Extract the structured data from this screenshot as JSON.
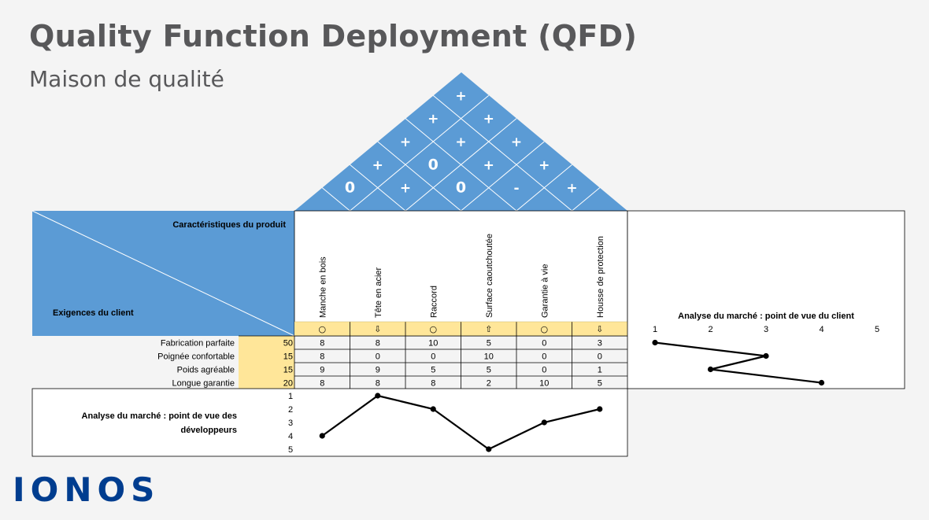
{
  "title": "Quality Function Deployment (QFD)",
  "subtitle": "Maison de qualité",
  "brand": "IONOS",
  "colors": {
    "blue": "#5b9bd5",
    "yellow": "#ffe699",
    "text": "#58585a",
    "brand": "#003d8f"
  },
  "header": {
    "characteristics_label": "Caractéristiques du produit",
    "requirements_label": "Exigences du client"
  },
  "roof": {
    "row1": [
      "0",
      "+",
      "0",
      "-",
      "+"
    ],
    "row2": [
      "+",
      "0",
      "+",
      "+"
    ],
    "row3": [
      "+",
      "+",
      "+"
    ],
    "row4": [
      "+",
      "+"
    ],
    "row5": [
      "+"
    ]
  },
  "columns": [
    {
      "label": "Manche en bois",
      "direction": "○"
    },
    {
      "label": "Tête en acier",
      "direction": "⇩"
    },
    {
      "label": "Raccord",
      "direction": "○"
    },
    {
      "label": "Surface caoutchoutée",
      "direction": "⇧"
    },
    {
      "label": "Garantie à vie",
      "direction": "○"
    },
    {
      "label": "Housse de protection",
      "direction": "⇩"
    }
  ],
  "rows": [
    {
      "label": "Fabrication parfaite",
      "weight": "50",
      "values": [
        "8",
        "8",
        "10",
        "5",
        "0",
        "3"
      ]
    },
    {
      "label": "Poignée confortable",
      "weight": "15",
      "values": [
        "8",
        "0",
        "0",
        "10",
        "0",
        "0"
      ]
    },
    {
      "label": "Poids agréable",
      "weight": "15",
      "values": [
        "9",
        "9",
        "5",
        "5",
        "0",
        "1"
      ]
    },
    {
      "label": "Longue garantie",
      "weight": "20",
      "values": [
        "8",
        "8",
        "8",
        "2",
        "10",
        "5"
      ]
    }
  ],
  "client_analysis": {
    "title": "Analyse du marché : point de vue du client",
    "scale": [
      "1",
      "2",
      "3",
      "4",
      "5"
    ],
    "ratings": [
      1,
      3,
      2,
      4
    ]
  },
  "developer_analysis": {
    "title_line1": "Analyse du marché : point de vue des",
    "title_line2": "développeurs",
    "scale": [
      "1",
      "2",
      "3",
      "4",
      "5"
    ],
    "ratings": [
      4,
      1,
      2,
      5,
      3,
      2
    ]
  }
}
